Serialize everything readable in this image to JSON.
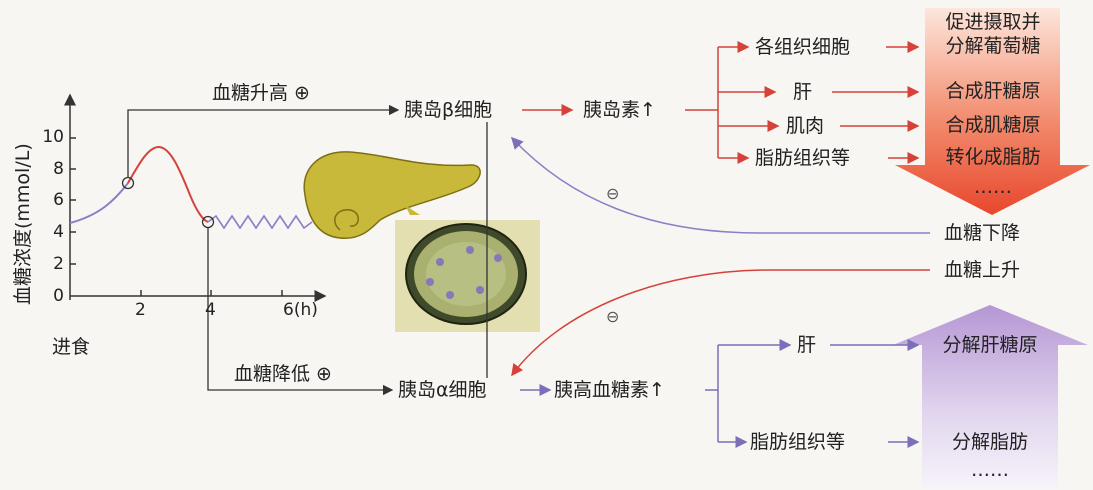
{
  "graph": {
    "ylabel": "血糖浓度(mmol/L)",
    "yticks": [
      "0",
      "2",
      "4",
      "6",
      "8",
      "10"
    ],
    "xticks": [
      "2",
      "4",
      "6(h)"
    ],
    "eat_label": "进食"
  },
  "upper": {
    "trigger": "血糖升高 ⊕",
    "cell": "胰岛β细胞",
    "hormone": "胰岛素↑",
    "targets": [
      "各组织细胞",
      "肝",
      "肌肉",
      "脂肪组织等"
    ],
    "results": [
      "促进摄取并",
      "分解葡萄糖",
      "合成肝糖原",
      "合成肌糖原",
      "转化成脂肪",
      "……"
    ],
    "outcome": "血糖下降",
    "feedback_sign": "⊖"
  },
  "lower": {
    "trigger": "血糖降低 ⊕",
    "cell": "胰岛α细胞",
    "hormone": "胰高血糖素↑",
    "targets": [
      "肝",
      "脂肪组织等"
    ],
    "results": [
      "分解肝糖原",
      "分解脂肪",
      "……"
    ],
    "outcome": "血糖上升",
    "feedback_sign": "⊖"
  },
  "colors": {
    "red_arrow": "#e8472c",
    "purple_arrow": "#c8b2dc",
    "red_line": "#d6423a",
    "purple_line": "#8a7fc6"
  }
}
